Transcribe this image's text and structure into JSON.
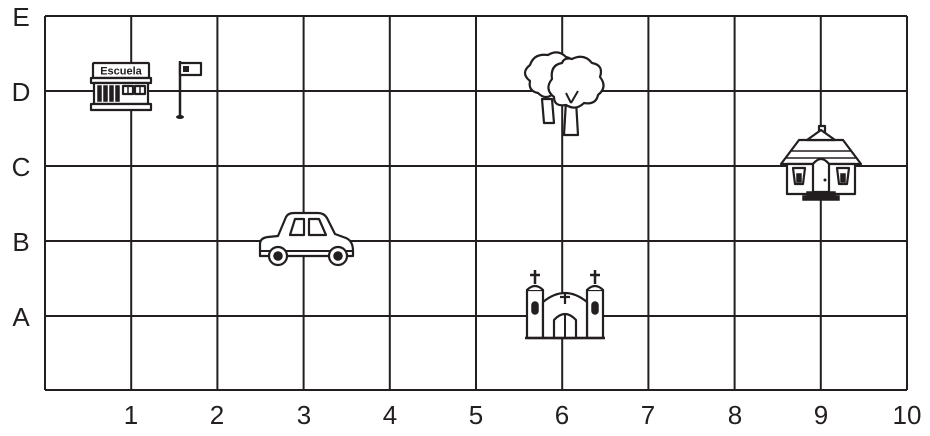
{
  "grid": {
    "x_labels": [
      "1",
      "2",
      "3",
      "4",
      "5",
      "6",
      "7",
      "8",
      "9",
      "10"
    ],
    "y_labels": [
      "A",
      "B",
      "C",
      "D",
      "E"
    ]
  },
  "landmarks": [
    {
      "name": "school",
      "icon": "school-icon",
      "sign_text": "Escuela",
      "x": 1,
      "y": "D"
    },
    {
      "name": "car",
      "icon": "car-icon",
      "x": 3,
      "y": "B"
    },
    {
      "name": "trees",
      "icon": "trees-icon",
      "x": 6,
      "y": "D"
    },
    {
      "name": "church",
      "icon": "church-icon",
      "x": 6,
      "y": "A"
    },
    {
      "name": "house",
      "icon": "house-icon",
      "x": 9,
      "y": "C"
    }
  ],
  "colors": {
    "ink": "#231f20",
    "background": "#ffffff"
  }
}
